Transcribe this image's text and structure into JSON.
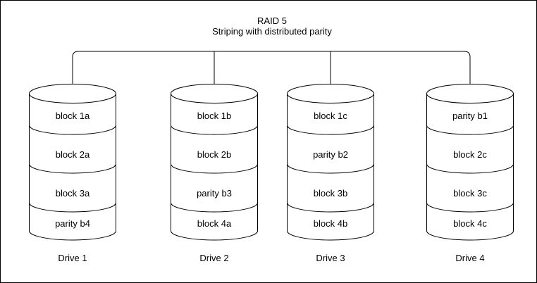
{
  "title": {
    "line1": "RAID 5",
    "line2": "Striping with distributed parity"
  },
  "drives": [
    {
      "name": "Drive 1",
      "blocks": [
        "block 1a",
        "block 2a",
        "block 3a",
        "parity b4"
      ]
    },
    {
      "name": "Drive 2",
      "blocks": [
        "block 1b",
        "block 2b",
        "parity b3",
        "block 4a"
      ]
    },
    {
      "name": "Drive 3",
      "blocks": [
        "block 1c",
        "parity b2",
        "block 3b",
        "block 4b"
      ]
    },
    {
      "name": "Drive 4",
      "blocks": [
        "parity b1",
        "block 2c",
        "block 3c",
        "block 4c"
      ]
    }
  ],
  "colors": {
    "line": "#000000",
    "text": "#000000",
    "background": "#ffffff"
  }
}
